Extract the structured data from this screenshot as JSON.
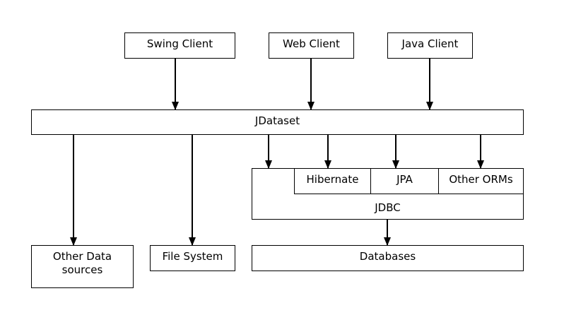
{
  "clients": {
    "swing": "Swing Client",
    "web": "Web Client",
    "java": "Java Client"
  },
  "core": "JDataset",
  "orms": {
    "hibernate": "Hibernate",
    "jpa": "JPA",
    "other": "Other ORMs"
  },
  "jdbc": "JDBC",
  "sources": {
    "other_data_line1": "Other Data",
    "other_data_line2": "sources",
    "file_system": "File System",
    "databases": "Databases"
  }
}
